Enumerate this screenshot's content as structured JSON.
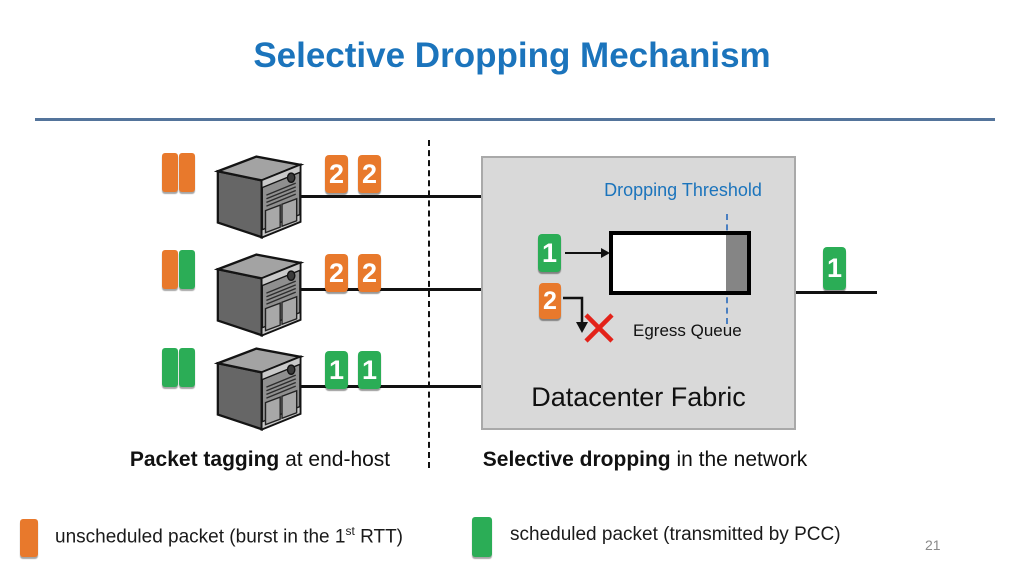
{
  "slide": {
    "title": "Selective Dropping Mechanism",
    "page_number": "21"
  },
  "colors": {
    "title_blue": "#1B74BC",
    "divider_blue": "#54749B",
    "orange": "#E8792C",
    "green": "#2BAD56",
    "fabric_fill": "#D9D9D9",
    "fabric_border": "#A9A9A9",
    "queue_dark": "#858585",
    "threshold_blue": "#4A7FC1",
    "drop_red": "#E32219"
  },
  "hosts": [
    {
      "pair": [
        "orange",
        "orange"
      ],
      "tags": [
        {
          "label": "2",
          "color": "orange"
        },
        {
          "label": "2",
          "color": "orange"
        }
      ]
    },
    {
      "pair": [
        "orange",
        "green"
      ],
      "tags": [
        {
          "label": "2",
          "color": "orange"
        },
        {
          "label": "2",
          "color": "orange"
        }
      ]
    },
    {
      "pair": [
        "green",
        "green"
      ],
      "tags": [
        {
          "label": "1",
          "color": "green"
        },
        {
          "label": "1",
          "color": "green"
        }
      ]
    }
  ],
  "fabric": {
    "threshold_label": "Dropping Threshold",
    "egress_queue_label": "Egress Queue",
    "fabric_label": "Datacenter Fabric",
    "enqueued_tag": {
      "label": "1",
      "color": "green"
    },
    "dropped_tag": {
      "label": "2",
      "color": "orange"
    },
    "output_tag": {
      "label": "1",
      "color": "green"
    }
  },
  "captions": {
    "left_bold": "Packet tagging",
    "left_rest": " at end-host",
    "right_bold": "Selective dropping",
    "right_rest": " in the network"
  },
  "legend": {
    "unscheduled": {
      "color": "orange",
      "text_start": "unscheduled packet (burst in the 1",
      "sup": "st",
      "text_end": " RTT)"
    },
    "scheduled": {
      "color": "green",
      "text": "scheduled packet (transmitted by PCC)"
    }
  }
}
